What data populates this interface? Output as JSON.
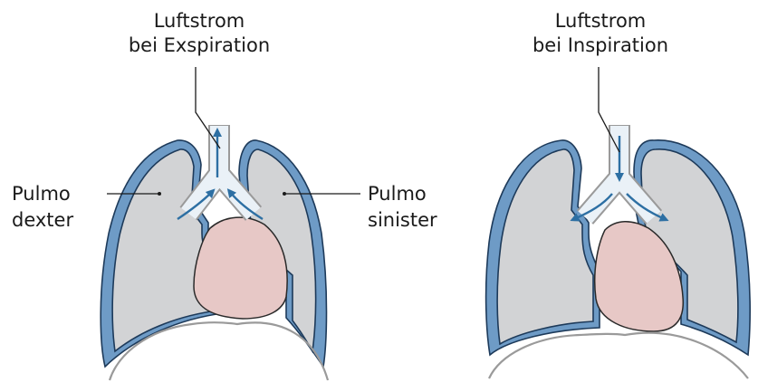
{
  "left_panel": {
    "title_line1": "Luftstrom",
    "title_line2": "bei Exspiration",
    "label_left_line1": "Pulmo",
    "label_left_line2": "dexter",
    "label_right_line1": "Pulmo",
    "label_right_line2": "sinister"
  },
  "right_panel": {
    "title_line1": "Luftstrom",
    "title_line2": "bei Inspiration"
  },
  "colors": {
    "pleura": "#6e9bc6",
    "lung": "#d2d3d5",
    "heart": "#e7c8c6",
    "airflow": "#2d6fa3",
    "diaphragm": "#9a9a9a"
  }
}
